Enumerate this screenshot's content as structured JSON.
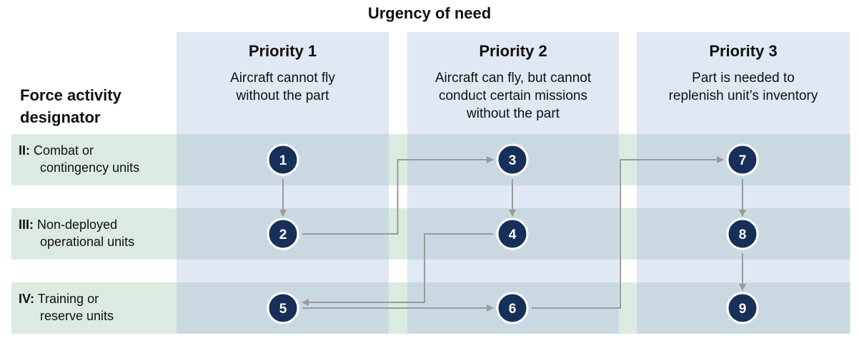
{
  "header": {
    "title": "Urgency of need"
  },
  "axis": {
    "label_line1": "Force activity",
    "label_line2": "designator"
  },
  "columns": [
    {
      "title": "Priority 1",
      "desc": [
        "Aircraft cannot fly",
        "without the part"
      ]
    },
    {
      "title": "Priority 2",
      "desc": [
        "Aircraft can fly, but cannot",
        "conduct certain missions",
        "without the part"
      ]
    },
    {
      "title": "Priority 3",
      "desc": [
        "Part is needed to",
        "replenish unit’s inventory"
      ]
    }
  ],
  "rows": [
    {
      "code": "II:",
      "line1": "Combat or",
      "line2": "contingency units"
    },
    {
      "code": "III:",
      "line1": "Non-deployed",
      "line2": "operational units"
    },
    {
      "code": "IV:",
      "line1": "Training or",
      "line2": "reserve units"
    }
  ],
  "nodes": [
    {
      "label": "1",
      "col": 0,
      "row": 0
    },
    {
      "label": "2",
      "col": 0,
      "row": 1
    },
    {
      "label": "3",
      "col": 1,
      "row": 0
    },
    {
      "label": "4",
      "col": 1,
      "row": 1
    },
    {
      "label": "5",
      "col": 0,
      "row": 2
    },
    {
      "label": "6",
      "col": 1,
      "row": 2
    },
    {
      "label": "7",
      "col": 2,
      "row": 0
    },
    {
      "label": "8",
      "col": 2,
      "row": 1
    },
    {
      "label": "9",
      "col": 2,
      "row": 2
    }
  ],
  "flow": [
    "1",
    "2",
    "3",
    "4",
    "5",
    "6",
    "7",
    "8",
    "9"
  ],
  "colors": {
    "column_bg": "#dfe8f3",
    "row_bg": "#dcebdf",
    "overlap_bg": "#cad9e1",
    "node_fill": "#17305a",
    "arrow": "#9a9a9a"
  }
}
